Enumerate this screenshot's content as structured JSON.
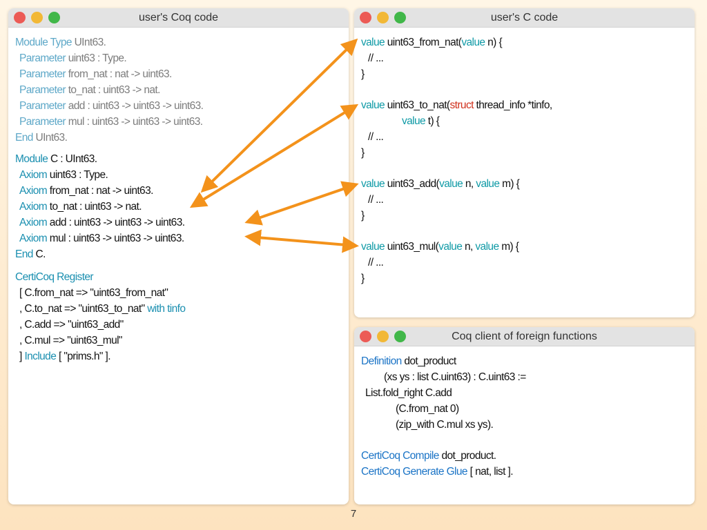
{
  "windows": {
    "coq": {
      "title": "user's Coq code"
    },
    "c": {
      "title": "user's C code"
    },
    "client": {
      "title": "Coq client of foreign functions"
    }
  },
  "coq_code": {
    "module_type": {
      "kw": "Module Type",
      "name": "UInt63."
    },
    "params": [
      {
        "kw": "Parameter",
        "text": "uint63 : Type."
      },
      {
        "kw": "Parameter",
        "text": "from_nat : nat -> uint63."
      },
      {
        "kw": "Parameter",
        "text": "to_nat : uint63 -> nat."
      },
      {
        "kw": "Parameter",
        "text": "add : uint63 -> uint63 -> uint63."
      },
      {
        "kw": "Parameter",
        "text": "mul : uint63 -> uint63 -> uint63."
      }
    ],
    "end_type": {
      "kw": "End",
      "name": "UInt63."
    },
    "module_c": {
      "kw": "Module",
      "name": "C : UInt63."
    },
    "axioms": [
      {
        "kw": "Axiom",
        "text": "uint63 : Type."
      },
      {
        "kw": "Axiom",
        "text": "from_nat : nat -> uint63."
      },
      {
        "kw": "Axiom",
        "text": "to_nat : uint63 -> nat."
      },
      {
        "kw": "Axiom",
        "text": "add : uint63 -> uint63 -> uint63."
      },
      {
        "kw": "Axiom",
        "text": "mul : uint63 -> uint63 -> uint63."
      }
    ],
    "end_c": {
      "kw": "End",
      "name": "C."
    },
    "register": {
      "kw": "CertiCoq Register",
      "l1": "[ C.from_nat => \"uint63_from_nat\"",
      "l2": ", C.to_nat => \"uint63_to_nat\"",
      "l2_kw": "with tinfo",
      "l3": ", C.add => \"uint63_add\"",
      "l4": ", C.mul => \"uint63_mul\"",
      "l5_pre": "]",
      "l5_kw": "Include",
      "l5_post": "[ \"prims.h\" ]."
    }
  },
  "c_code": {
    "kw_value": "value",
    "kw_struct": "struct",
    "comment": "// ...",
    "close": "}",
    "f1_name": "uint63_from_nat(",
    "f1_args": "n) {",
    "f2_name": "uint63_to_nat(",
    "f2_args": "thread_info *tinfo,",
    "f2_args2": "t) {",
    "f3_name": "uint63_add(",
    "f3_a1": "n,",
    "f3_a2": "m) {",
    "f4_name": "uint63_mul(",
    "f4_a1": "n,",
    "f4_a2": "m) {"
  },
  "client_code": {
    "def_kw": "Definition",
    "def_name": "dot_product",
    "l2": "(xs ys : list C.uint63) : C.uint63 :=",
    "l3": "List.fold_right C.add",
    "l4": "(C.from_nat 0)",
    "l5": "(zip_with C.mul xs ys).",
    "compile_kw": "CertiCoq Compile",
    "compile_rest": "dot_product.",
    "glue_kw": "CertiCoq Generate Glue",
    "glue_rest": "[ nat, list ]."
  },
  "page_number": "7",
  "colors": {
    "arrow": "#f3921b",
    "keyword_blue": "#1a8fb0",
    "c_keyword_teal": "#0f9aa6",
    "c_struct_red": "#d0301c"
  }
}
